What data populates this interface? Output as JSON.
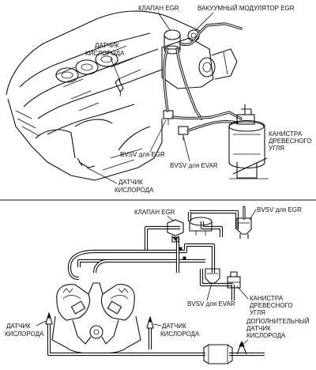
{
  "top_diagram": {
    "labels": {
      "egr_valve": "КЛАПАН EGR",
      "egr_vacuum_modulator": "ВАКУУМНЫЙ МОДУЛЯТОР EGR",
      "oxygen_sensor_top_l1": "ДАТЧИК",
      "oxygen_sensor_top_l2": "КИСЛОРОДА",
      "charcoal_canister_l1": "КАНИСТРА",
      "charcoal_canister_l2": "ДРЕВЕСНОГО",
      "charcoal_canister_l3": "УГЛЯ",
      "bvsv_egr": "BVSV для EGR",
      "bvsv_evar": "BVSV для EVAR",
      "oxygen_sensor_bottom_l1": "ДАТЧИК",
      "oxygen_sensor_bottom_l2": "КИСЛОРОДА"
    }
  },
  "bottom_diagram": {
    "labels": {
      "egr_valve": "КЛАПАН EGR",
      "bvsv_egr": "BVSV для EGR",
      "bvsv_evar": "BVSV для EVAR",
      "charcoal_canister_l1": "КАНИСТРА",
      "charcoal_canister_l2": "ДРЕВЕСНОГО",
      "charcoal_canister_l3": "УГЛЯ",
      "oxygen_sensor_left_l1": "ДАТЧИК",
      "oxygen_sensor_left_l2": "КИСЛОРОДА",
      "oxygen_sensor_right_l1": "ДАТЧИК",
      "oxygen_sensor_right_l2": "КИСЛОРОДА",
      "extra_sensor_l1": "ДОПОЛНИТЕЛЬНЫЙ",
      "extra_sensor_l2": "ДАТЧИК",
      "extra_sensor_l3": "КИСЛОРОДА"
    }
  }
}
